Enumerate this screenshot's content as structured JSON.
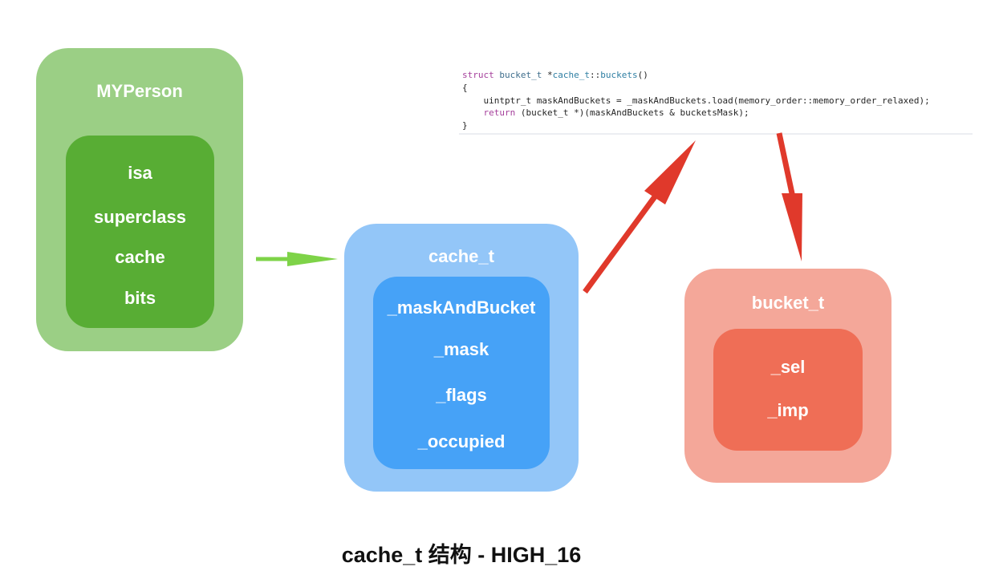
{
  "diagram": {
    "nodes": {
      "myperson": {
        "title": "MYPerson",
        "fields": [
          "isa",
          "superclass",
          "cache",
          "bits"
        ],
        "colors": {
          "outer": "#9bcf85",
          "inner": "#58ad34"
        }
      },
      "cache_t": {
        "title": "cache_t",
        "fields": [
          "_maskAndBucket",
          "_mask",
          "_flags",
          "_occupied"
        ],
        "colors": {
          "outer": "#93c6f8",
          "inner": "#46a2f7"
        }
      },
      "bucket_t": {
        "title": "bucket_t",
        "fields": [
          "_sel",
          "_imp"
        ],
        "colors": {
          "outer": "#f4a799",
          "inner": "#ef6e56"
        }
      }
    },
    "edges": [
      {
        "from": "myperson.cache",
        "to": "cache_t",
        "color": "#7ed348"
      },
      {
        "from": "cache_t._maskAndBucket",
        "to": "code.buckets()",
        "color": "#e0392b"
      },
      {
        "from": "code.buckets()",
        "to": "bucket_t",
        "color": "#e0392b"
      }
    ],
    "code": {
      "lines": [
        [
          {
            "t": "struct",
            "c": "kw"
          },
          {
            "t": " "
          },
          {
            "t": "bucket_t",
            "c": "ty"
          },
          {
            "t": " *"
          },
          {
            "t": "cache_t",
            "c": "fn"
          },
          {
            "t": "::"
          },
          {
            "t": "buckets",
            "c": "fn"
          },
          {
            "t": "()"
          }
        ],
        [
          {
            "t": "{"
          }
        ],
        [
          {
            "t": "    uintptr_t maskAndBuckets = _maskAndBuckets.load(memory_order::memory_order_relaxed);"
          }
        ],
        [
          {
            "t": "    "
          },
          {
            "t": "return",
            "c": "kw"
          },
          {
            "t": " (bucket_t *)(maskAndBuckets & bucketsMask);"
          }
        ],
        [
          {
            "t": "}"
          }
        ]
      ]
    },
    "caption": "cache_t 结构 - HIGH_16"
  }
}
